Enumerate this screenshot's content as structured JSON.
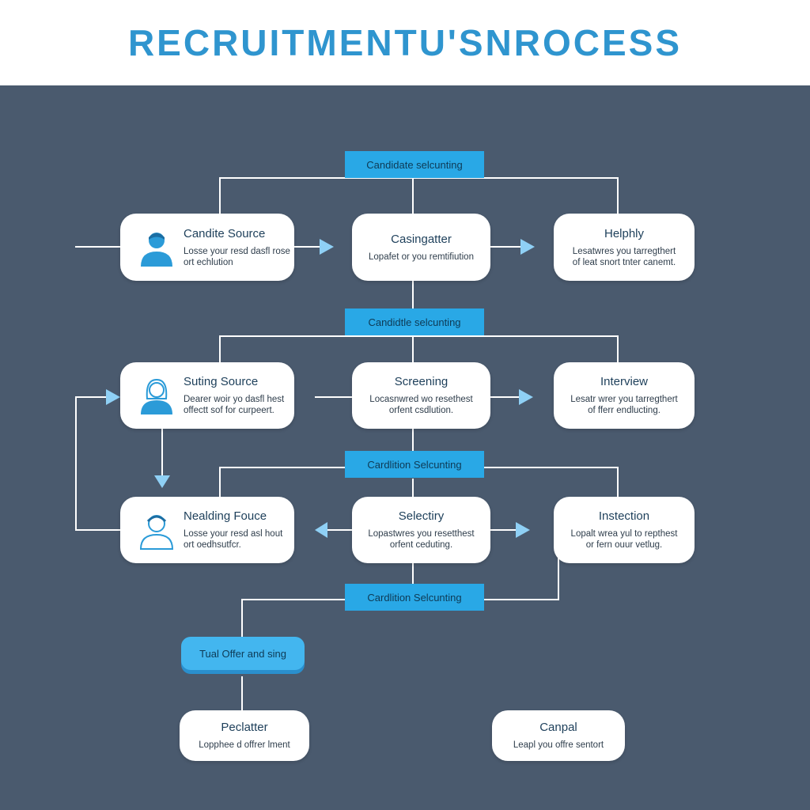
{
  "header": {
    "title": "RECRUITMENTU'SNROCESS"
  },
  "bands": [
    {
      "label": "Candidate selcunting"
    },
    {
      "label": "Candidtle selcunting"
    },
    {
      "label": "Cardlition Selcunting"
    },
    {
      "label": "Cardlition Selcunting"
    }
  ],
  "nodes": {
    "r1": [
      {
        "title": "Candite Source",
        "desc": "Losse your resd dasfl rose\nort echlution",
        "icon": "person-icon"
      },
      {
        "title": "Casingatter",
        "desc": "Lopafet or you remtifiution"
      },
      {
        "title": "Helphly",
        "desc": "Lesatwres you tarregthert\nof leat snort tnter canemt."
      }
    ],
    "r2": [
      {
        "title": "Suting Source",
        "desc": "Dearer woir yo dasfl hest\noffectt sof for curpeert.",
        "icon": "person-long-hair-icon"
      },
      {
        "title": "Screening",
        "desc": "Locasnwred wo resethest\norfent csdlution."
      },
      {
        "title": "Interview",
        "desc": "Lesatr wrer you tarregthert\nof fferr endlucting."
      }
    ],
    "r3": [
      {
        "title": "Nealding Fouce",
        "desc": "Losse your resd asl hout\nort oedhsutfcr.",
        "icon": "person-outline-icon"
      },
      {
        "title": "Selectiry",
        "desc": "Lopastwres you resetthest\norfent ceduting."
      },
      {
        "title": "Instection",
        "desc": "Lopalt wrea yul to repthest\nor fern ouur vetlug."
      }
    ]
  },
  "offer": {
    "label": "Tual Offer and sing"
  },
  "bottom": [
    {
      "title": "Peclatter",
      "desc": "Lopphee d offrer lment"
    },
    {
      "title": "Canpal",
      "desc": "Leapl you offre sentort"
    }
  ],
  "colors": {
    "background": "#4a5a6e",
    "accent": "#29a8e6",
    "title": "#2f95cf",
    "card": "#ffffff"
  }
}
